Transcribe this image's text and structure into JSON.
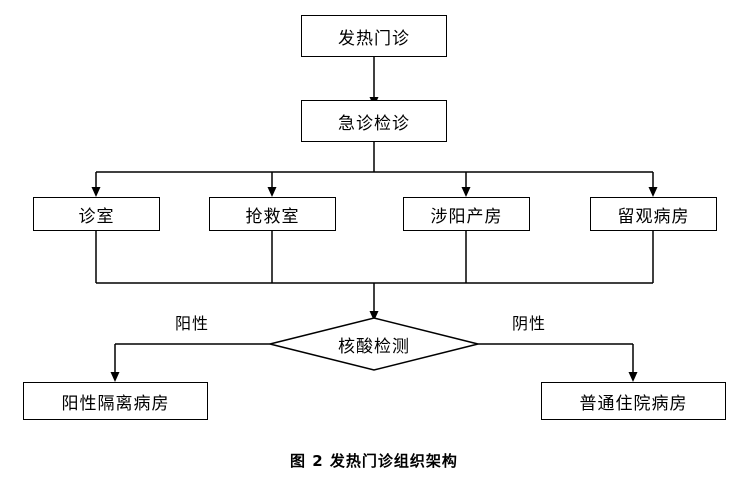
{
  "diagram": {
    "caption": "图 2  发热门诊组织架构",
    "nodes": [
      {
        "id": "fever-clinic",
        "label": "发热门诊",
        "shape": "rect"
      },
      {
        "id": "emergency-triage",
        "label": "急诊检诊",
        "shape": "rect"
      },
      {
        "id": "consulting-room",
        "label": "诊室",
        "shape": "rect"
      },
      {
        "id": "resuscitation-room",
        "label": "抢救室",
        "shape": "rect"
      },
      {
        "id": "positive-delivery-room",
        "label": "涉阳产房",
        "shape": "rect"
      },
      {
        "id": "observation-ward",
        "label": "留观病房",
        "shape": "rect"
      },
      {
        "id": "nucleic-acid-test",
        "label": "核酸检测",
        "shape": "diamond"
      },
      {
        "id": "positive-isolation-ward",
        "label": "阳性隔离病房",
        "shape": "rect"
      },
      {
        "id": "general-inpatient-ward",
        "label": "普通住院病房",
        "shape": "rect"
      }
    ],
    "edge_labels": [
      {
        "id": "positive",
        "label": "阳性"
      },
      {
        "id": "negative",
        "label": "阴性"
      }
    ],
    "colors": {
      "stroke": "#000000",
      "fill": "#ffffff",
      "text": "#000000"
    }
  }
}
